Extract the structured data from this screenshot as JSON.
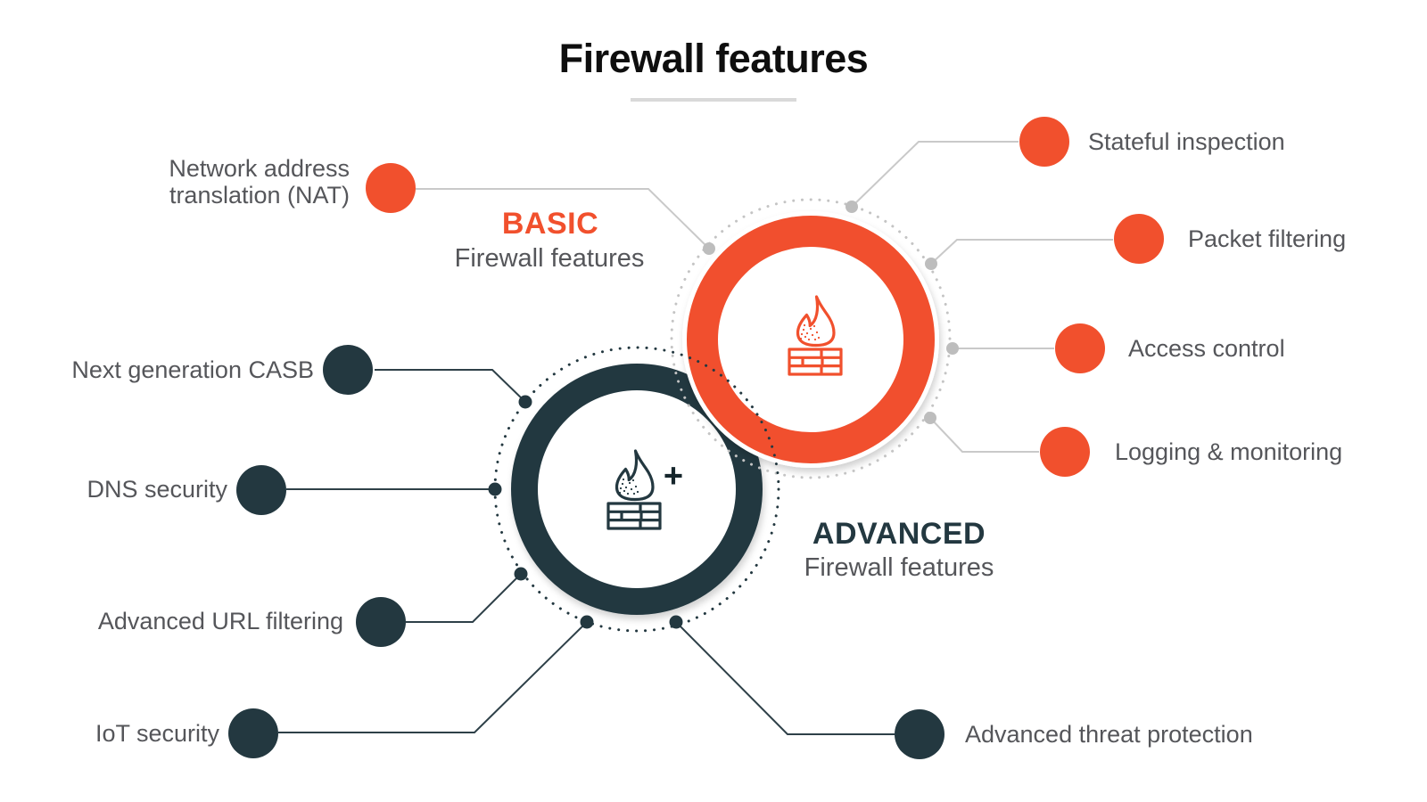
{
  "title": "Firewall features",
  "colors": {
    "basic_orange": "#f1502d",
    "advanced_dark": "#233840",
    "label_gray": "#55565a",
    "connector_light": "#c9c9c9",
    "underline_gray": "#d9d9d9"
  },
  "basic": {
    "label": "BASIC",
    "sublabel": "Firewall features",
    "center_icon": "firewall-icon",
    "features": [
      {
        "label": "Network address translation (NAT)"
      },
      {
        "label": "Stateful inspection"
      },
      {
        "label": "Packet filtering"
      },
      {
        "label": "Access control"
      },
      {
        "label": "Logging & monitoring"
      }
    ]
  },
  "advanced": {
    "label": "ADVANCED",
    "sublabel": "Firewall features",
    "center_icon": "firewall-plus-icon",
    "plus_sign": "+",
    "features": [
      {
        "label": "Next generation CASB"
      },
      {
        "label": "DNS security"
      },
      {
        "label": "Advanced URL filtering"
      },
      {
        "label": "IoT security"
      },
      {
        "label": "Advanced threat protection"
      }
    ]
  }
}
